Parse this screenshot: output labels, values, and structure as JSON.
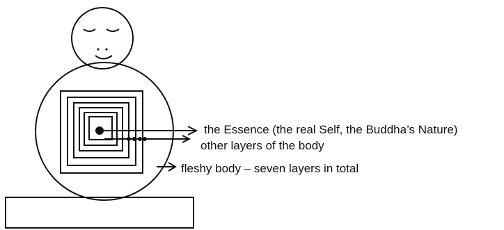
{
  "labels": {
    "essence": "the Essence (the real Self, the Buddha’s Nature)",
    "other_layers": "other layers of the body",
    "fleshy_body": "fleshy body – seven layers in total"
  },
  "colors": {
    "ink": "#111111",
    "background": "#ffffff"
  }
}
